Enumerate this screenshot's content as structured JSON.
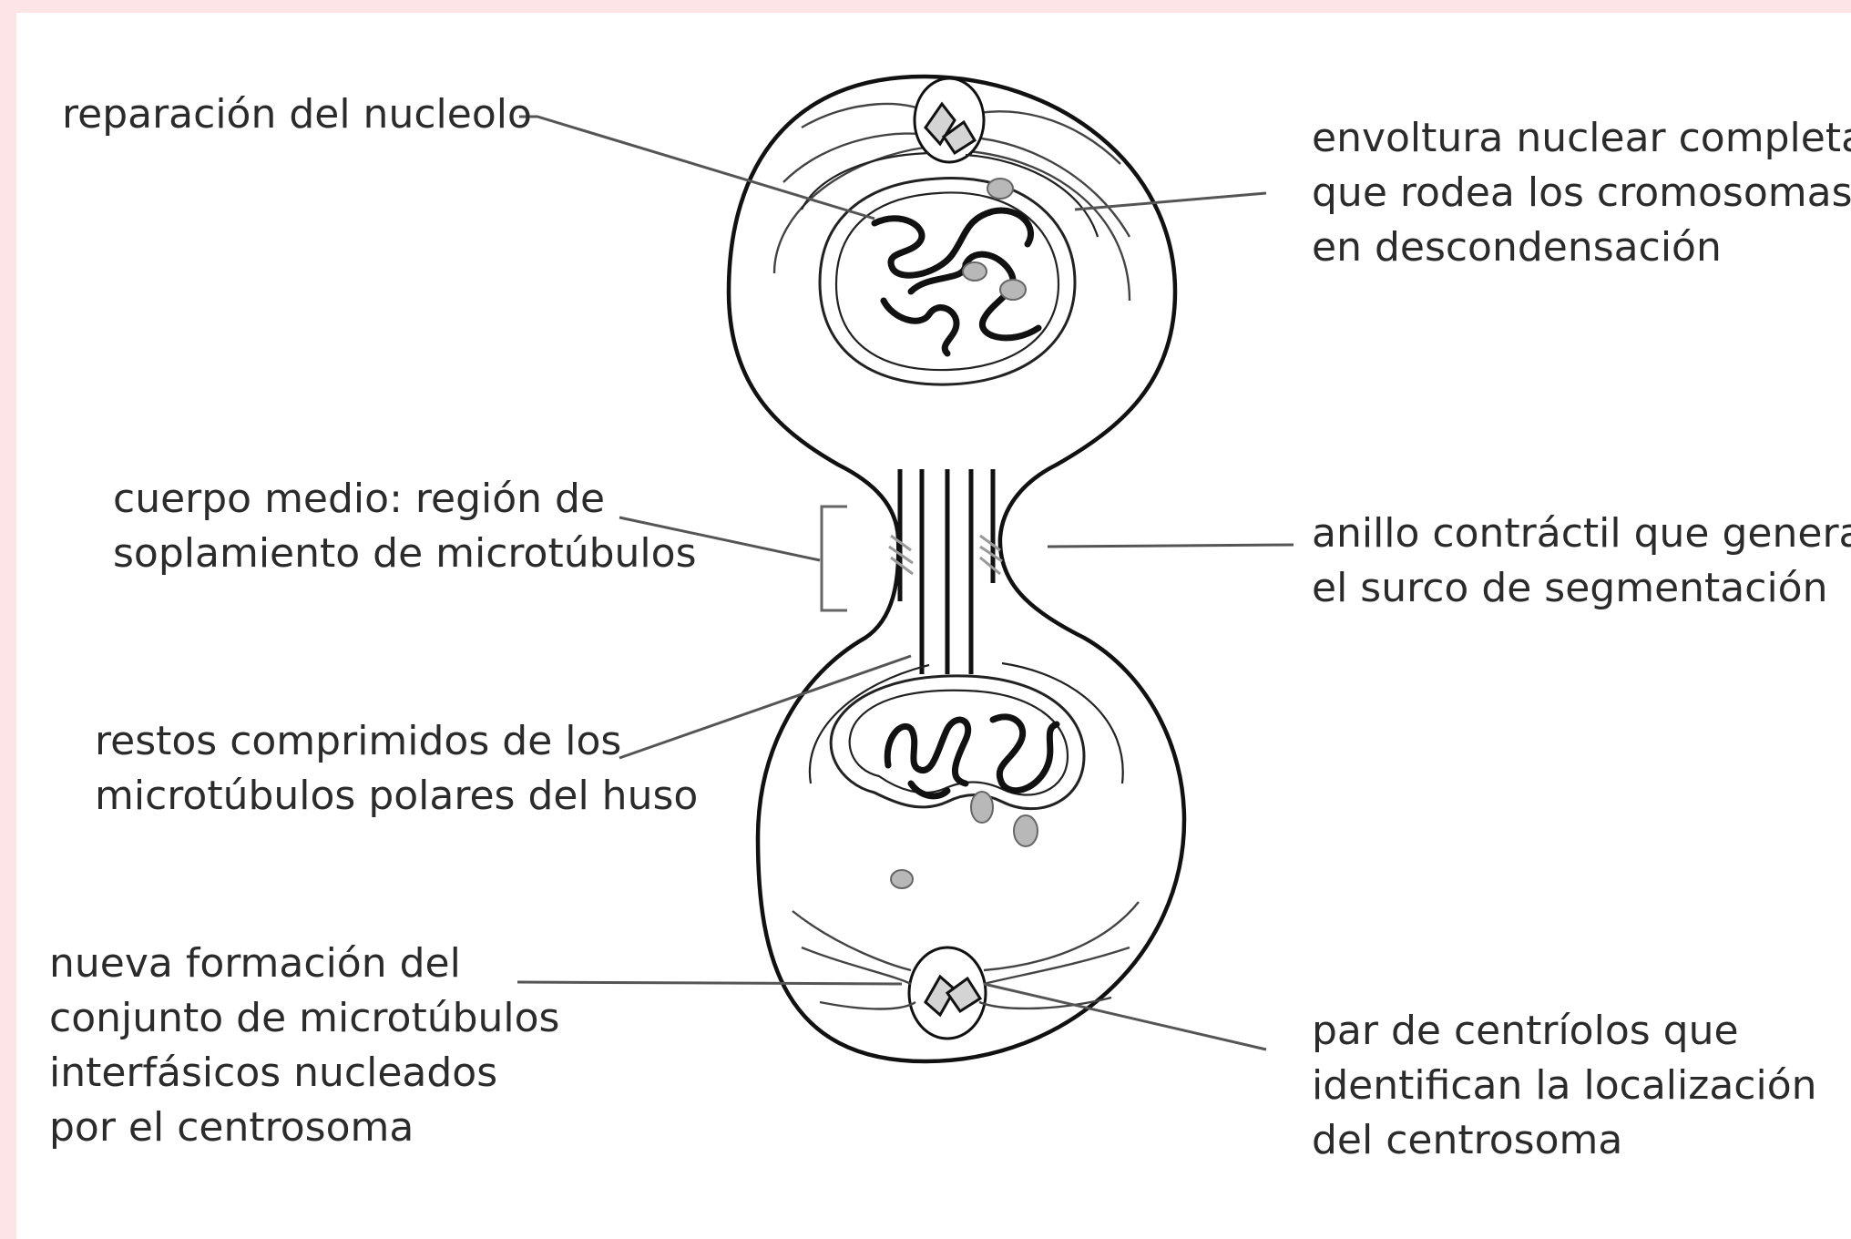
{
  "diagram": {
    "labels": {
      "nucleolus_repair": [
        "reparación del nucleolo"
      ],
      "nuclear_envelope": [
        "envoltura nuclear completa",
        "que rodea los cromosomas",
        "en descondensación"
      ],
      "midbody": [
        "cuerpo medio: región de",
        "soplamiento de  microtúbulos"
      ],
      "contractile_ring": [
        "anillo contráctil que genera",
        "el surco de segmentación"
      ],
      "polar_remnants": [
        "restos comprimidos de los",
        "microtúbulos polares del huso"
      ],
      "interphase_array": [
        "nueva formación del",
        "conjunto de microtúbulos",
        "interfásicos nucleados",
        "por el centrosoma"
      ],
      "centriole_pair": [
        "par de centríolos que",
        "identifican la localización",
        "del centrosoma"
      ]
    },
    "colors": {
      "page_border": "#fde4e6",
      "panel": "#ffffff",
      "text": "#2b2b2b",
      "outline": "#111111",
      "leader": "#555555"
    }
  }
}
